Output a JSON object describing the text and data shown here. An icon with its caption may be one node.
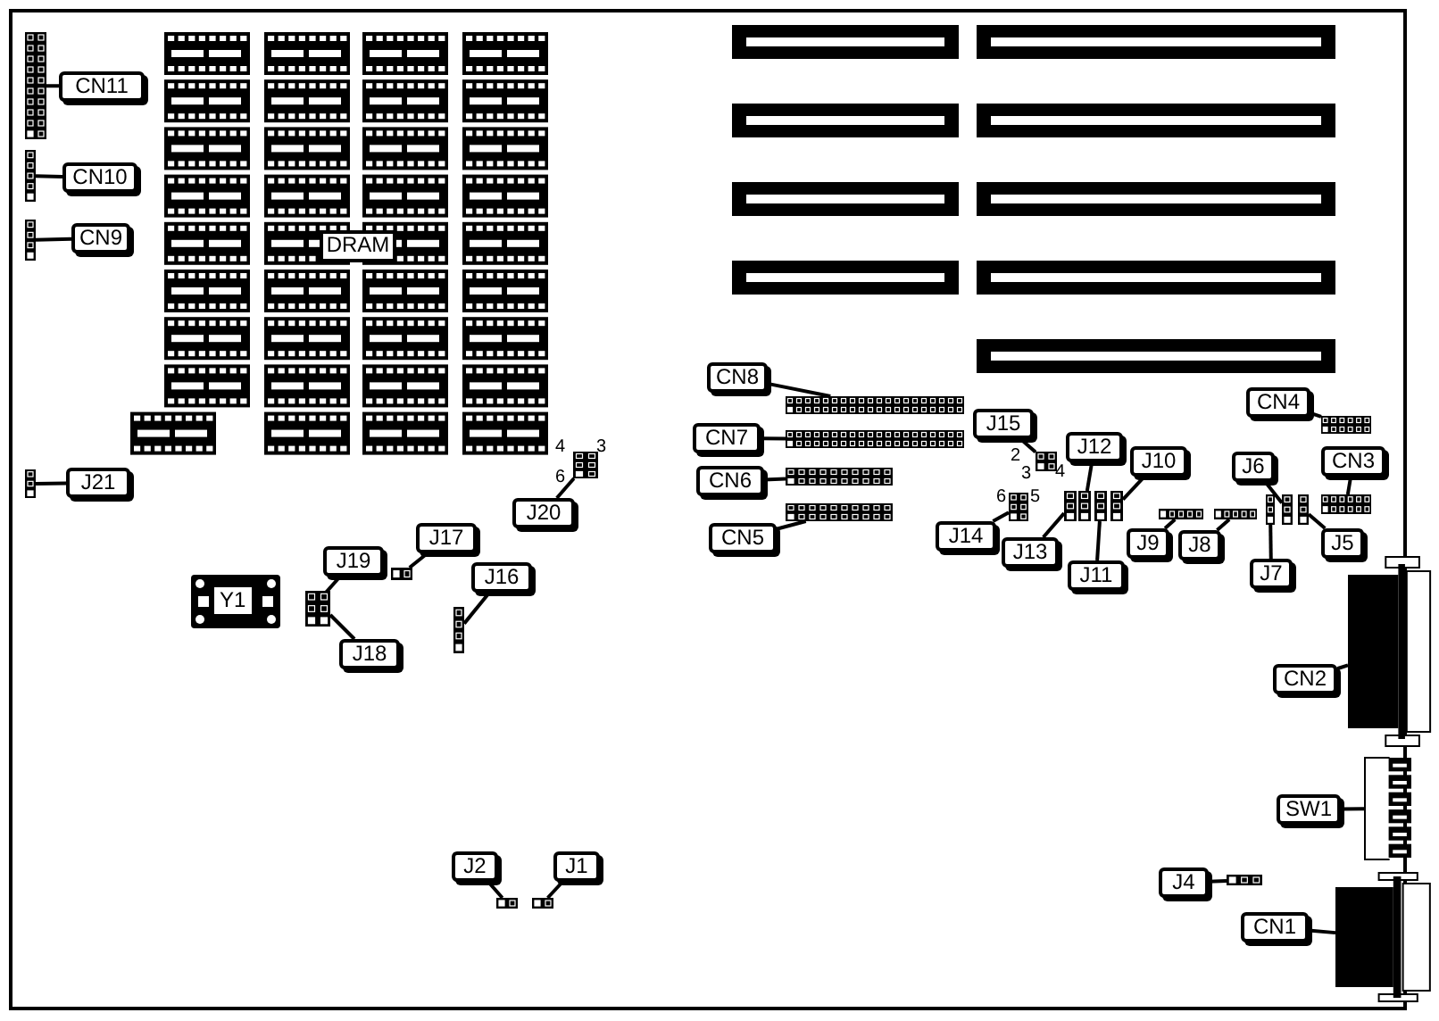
{
  "diagram": {
    "nodes": [
      {
        "text": [
          "CN11"
        ]
      },
      {
        "text": [],
        "shape": "box"
      },
      {
        "text": [
          "CN10"
        ]
      },
      {
        "text": [],
        "shape": "box"
      },
      {
        "text": [
          "CN9"
        ]
      },
      {
        "text": [],
        "shape": "box"
      },
      {
        "text": [
          "J21"
        ]
      },
      {
        "text": [],
        "shape": "box"
      },
      {
        "text": [
          "J20"
        ]
      },
      {
        "text": [],
        "shape": "box"
      },
      {
        "text": [
          "Y1"
        ]
      },
      {
        "text": [
          "J19"
        ]
      },
      {
        "text": [],
        "shape": "box"
      },
      {
        "text": [],
        "shape": "box"
      },
      {
        "text": [
          "J18"
        ]
      },
      {
        "text": [
          "J17"
        ]
      },
      {
        "text": [],
        "shape": "box"
      },
      {
        "text": [
          "J16"
        ]
      },
      {
        "text": [],
        "shape": "box"
      },
      {
        "text": [
          "CN8"
        ]
      },
      {
        "text": [],
        "shape": "box"
      },
      {
        "text": [
          "CN7"
        ]
      },
      {
        "text": [],
        "shape": "box"
      },
      {
        "text": [
          "CN6"
        ]
      },
      {
        "text": [],
        "shape": "box"
      },
      {
        "text": [
          "CN5"
        ]
      },
      {
        "text": [],
        "shape": "box"
      },
      {
        "text": [
          "J15"
        ]
      },
      {
        "text": [],
        "shape": "box"
      },
      {
        "text": [
          "J14"
        ]
      },
      {
        "text": [],
        "shape": "box"
      },
      {
        "text": [
          "J12"
        ]
      },
      {
        "text": [],
        "shape": "box"
      },
      {
        "text": [],
        "shape": "box"
      },
      {
        "text": [],
        "shape": "box"
      },
      {
        "text": [],
        "shape": "box"
      },
      {
        "text": [
          "J10"
        ]
      },
      {
        "text": [
          "J13"
        ]
      },
      {
        "text": [
          "J11"
        ]
      },
      {
        "text": [
          "J9"
        ]
      },
      {
        "text": [],
        "shape": "box"
      },
      {
        "text": [
          "J8"
        ]
      },
      {
        "text": [],
        "shape": "box"
      },
      {
        "text": [
          "CN4"
        ]
      },
      {
        "text": [],
        "shape": "box"
      },
      {
        "text": [
          "CN3"
        ]
      },
      {
        "text": [],
        "shape": "box"
      },
      {
        "text": [
          "J6"
        ]
      },
      {
        "text": [],
        "shape": "box"
      },
      {
        "text": [],
        "shape": "box"
      },
      {
        "text": [],
        "shape": "box"
      },
      {
        "text": [
          "J7"
        ]
      },
      {
        "text": [
          "J5"
        ]
      },
      {
        "text": [
          "CN2"
        ]
      },
      {
        "text": [],
        "shape": "box"
      },
      {
        "text": [
          "SW1"
        ]
      },
      {
        "text": [],
        "shape": "box"
      },
      {
        "text": [
          "J2"
        ]
      },
      {
        "text": [],
        "shape": "box"
      },
      {
        "text": [
          "J1"
        ]
      },
      {
        "text": [],
        "shape": "box"
      },
      {
        "text": [
          "J4"
        ]
      },
      {
        "text": [],
        "shape": "box"
      },
      {
        "text": [
          "CN1"
        ]
      },
      {
        "text": [],
        "shape": "box"
      },
      {
        "text": [
          "DRAM"
        ]
      }
    ],
    "edges": [
      {
        "from": 0,
        "to": 1,
        "arrow": "none"
      },
      {
        "from": 2,
        "to": 3,
        "arrow": "none"
      },
      {
        "from": 4,
        "to": 5,
        "arrow": "none"
      },
      {
        "from": 6,
        "to": 7,
        "arrow": "none"
      },
      {
        "from": 8,
        "to": 9,
        "arrow": "none"
      },
      {
        "from": 11,
        "to": 12,
        "arrow": "none"
      },
      {
        "from": 14,
        "to": 13,
        "arrow": "none"
      },
      {
        "from": 15,
        "to": 16,
        "arrow": "none"
      },
      {
        "from": 17,
        "to": 18,
        "arrow": "none"
      },
      {
        "from": 19,
        "to": 20,
        "arrow": "none"
      },
      {
        "from": 21,
        "to": 22,
        "arrow": "none"
      },
      {
        "from": 23,
        "to": 24,
        "arrow": "none"
      },
      {
        "from": 25,
        "to": 26,
        "arrow": "none"
      },
      {
        "from": 27,
        "to": 28,
        "arrow": "none"
      },
      {
        "from": 29,
        "to": 30,
        "arrow": "none"
      },
      {
        "from": 37,
        "to": 32,
        "arrow": "none"
      },
      {
        "from": 31,
        "to": 33,
        "arrow": "none"
      },
      {
        "from": 38,
        "to": 34,
        "arrow": "none"
      },
      {
        "from": 36,
        "to": 35,
        "arrow": "none"
      },
      {
        "from": 39,
        "to": 40,
        "arrow": "none"
      },
      {
        "from": 41,
        "to": 42,
        "arrow": "none"
      },
      {
        "from": 43,
        "to": 44,
        "arrow": "none"
      },
      {
        "from": 45,
        "to": 46,
        "arrow": "none"
      },
      {
        "from": 47,
        "to": 49,
        "arrow": "none"
      },
      {
        "from": 51,
        "to": 48,
        "arrow": "none"
      },
      {
        "from": 52,
        "to": 50,
        "arrow": "none"
      },
      {
        "from": 53,
        "to": 54,
        "arrow": "none"
      },
      {
        "from": 55,
        "to": 56,
        "arrow": "none"
      },
      {
        "from": 57,
        "to": 58,
        "arrow": "none"
      },
      {
        "from": 59,
        "to": 60,
        "arrow": "none"
      },
      {
        "from": 61,
        "to": 62,
        "arrow": "none"
      },
      {
        "from": 63,
        "to": 64,
        "arrow": "none"
      }
    ],
    "labels": [
      "4",
      "3",
      "6",
      "2",
      "3",
      "4",
      "6",
      "5"
    ]
  }
}
